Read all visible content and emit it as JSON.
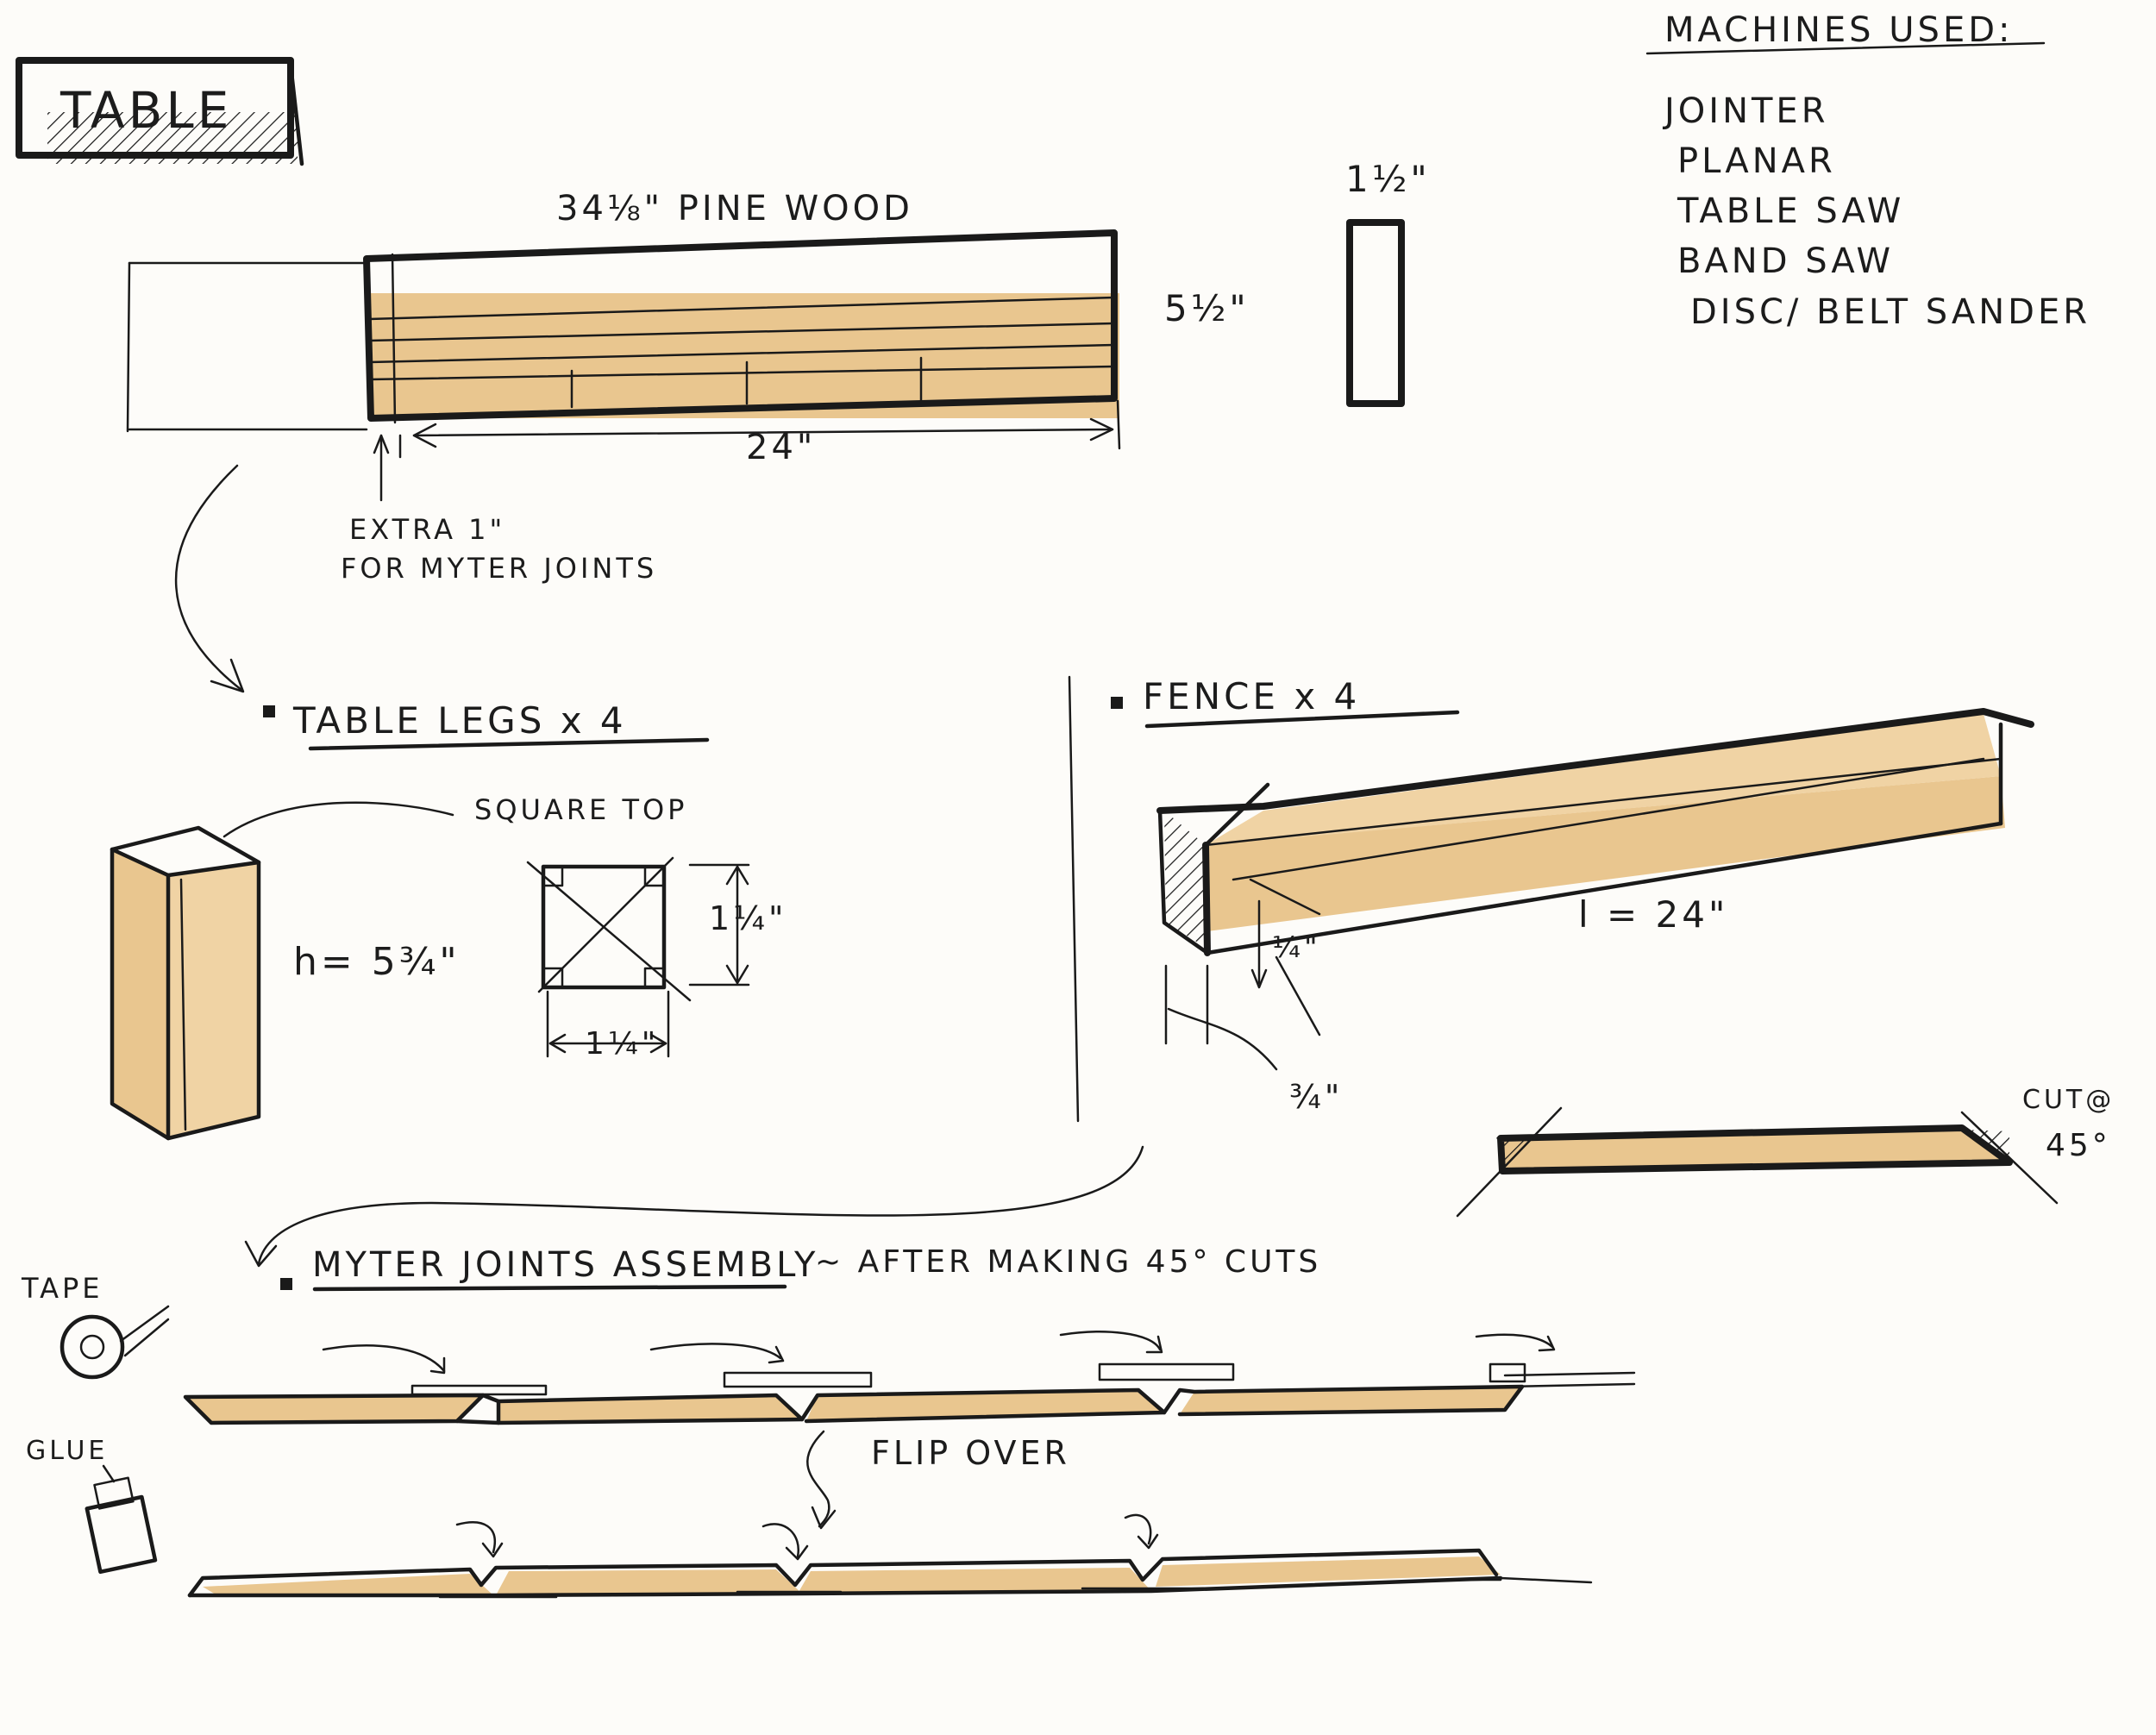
{
  "title": "TABLE",
  "machines": {
    "heading": "MACHINES USED:",
    "items": [
      "JOINTER",
      "PLANAR",
      "TABLE SAW",
      "BAND SAW",
      "DISC/ BELT SANDER"
    ]
  },
  "board": {
    "label": "34⅛\" PINE WOOD",
    "length_label": "24\"",
    "width_label": "5½\"",
    "thickness_label": "1½\"",
    "extra_note_line1": "EXTRA 1\"",
    "extra_note_line2": "FOR MYTER JOINTS"
  },
  "legs": {
    "heading": "TABLE LEGS x 4",
    "height_label": "h= 5¾\"",
    "square_top_label": "SQUARE TOP",
    "side_label_vertical": "1¼\"",
    "side_label_horizontal": "1¼\""
  },
  "fence": {
    "heading": "FENCE x 4",
    "length_label": "l = 24\"",
    "quarter_label": "¼\"",
    "three_quarter_label": "¾\"",
    "cut_label_line1": "CUT@",
    "cut_label_line2": "45°"
  },
  "assembly": {
    "heading": "MYTER JOINTS ASSEMBLY",
    "subheading": "~ AFTER MAKING 45° CUTS",
    "tape_label": "TAPE",
    "glue_label": "GLUE",
    "flip_label": "FLIP OVER"
  },
  "colors": {
    "wood": "#e9c68f",
    "ink": "#1a1a1a",
    "paper": "#fdfcf9"
  }
}
